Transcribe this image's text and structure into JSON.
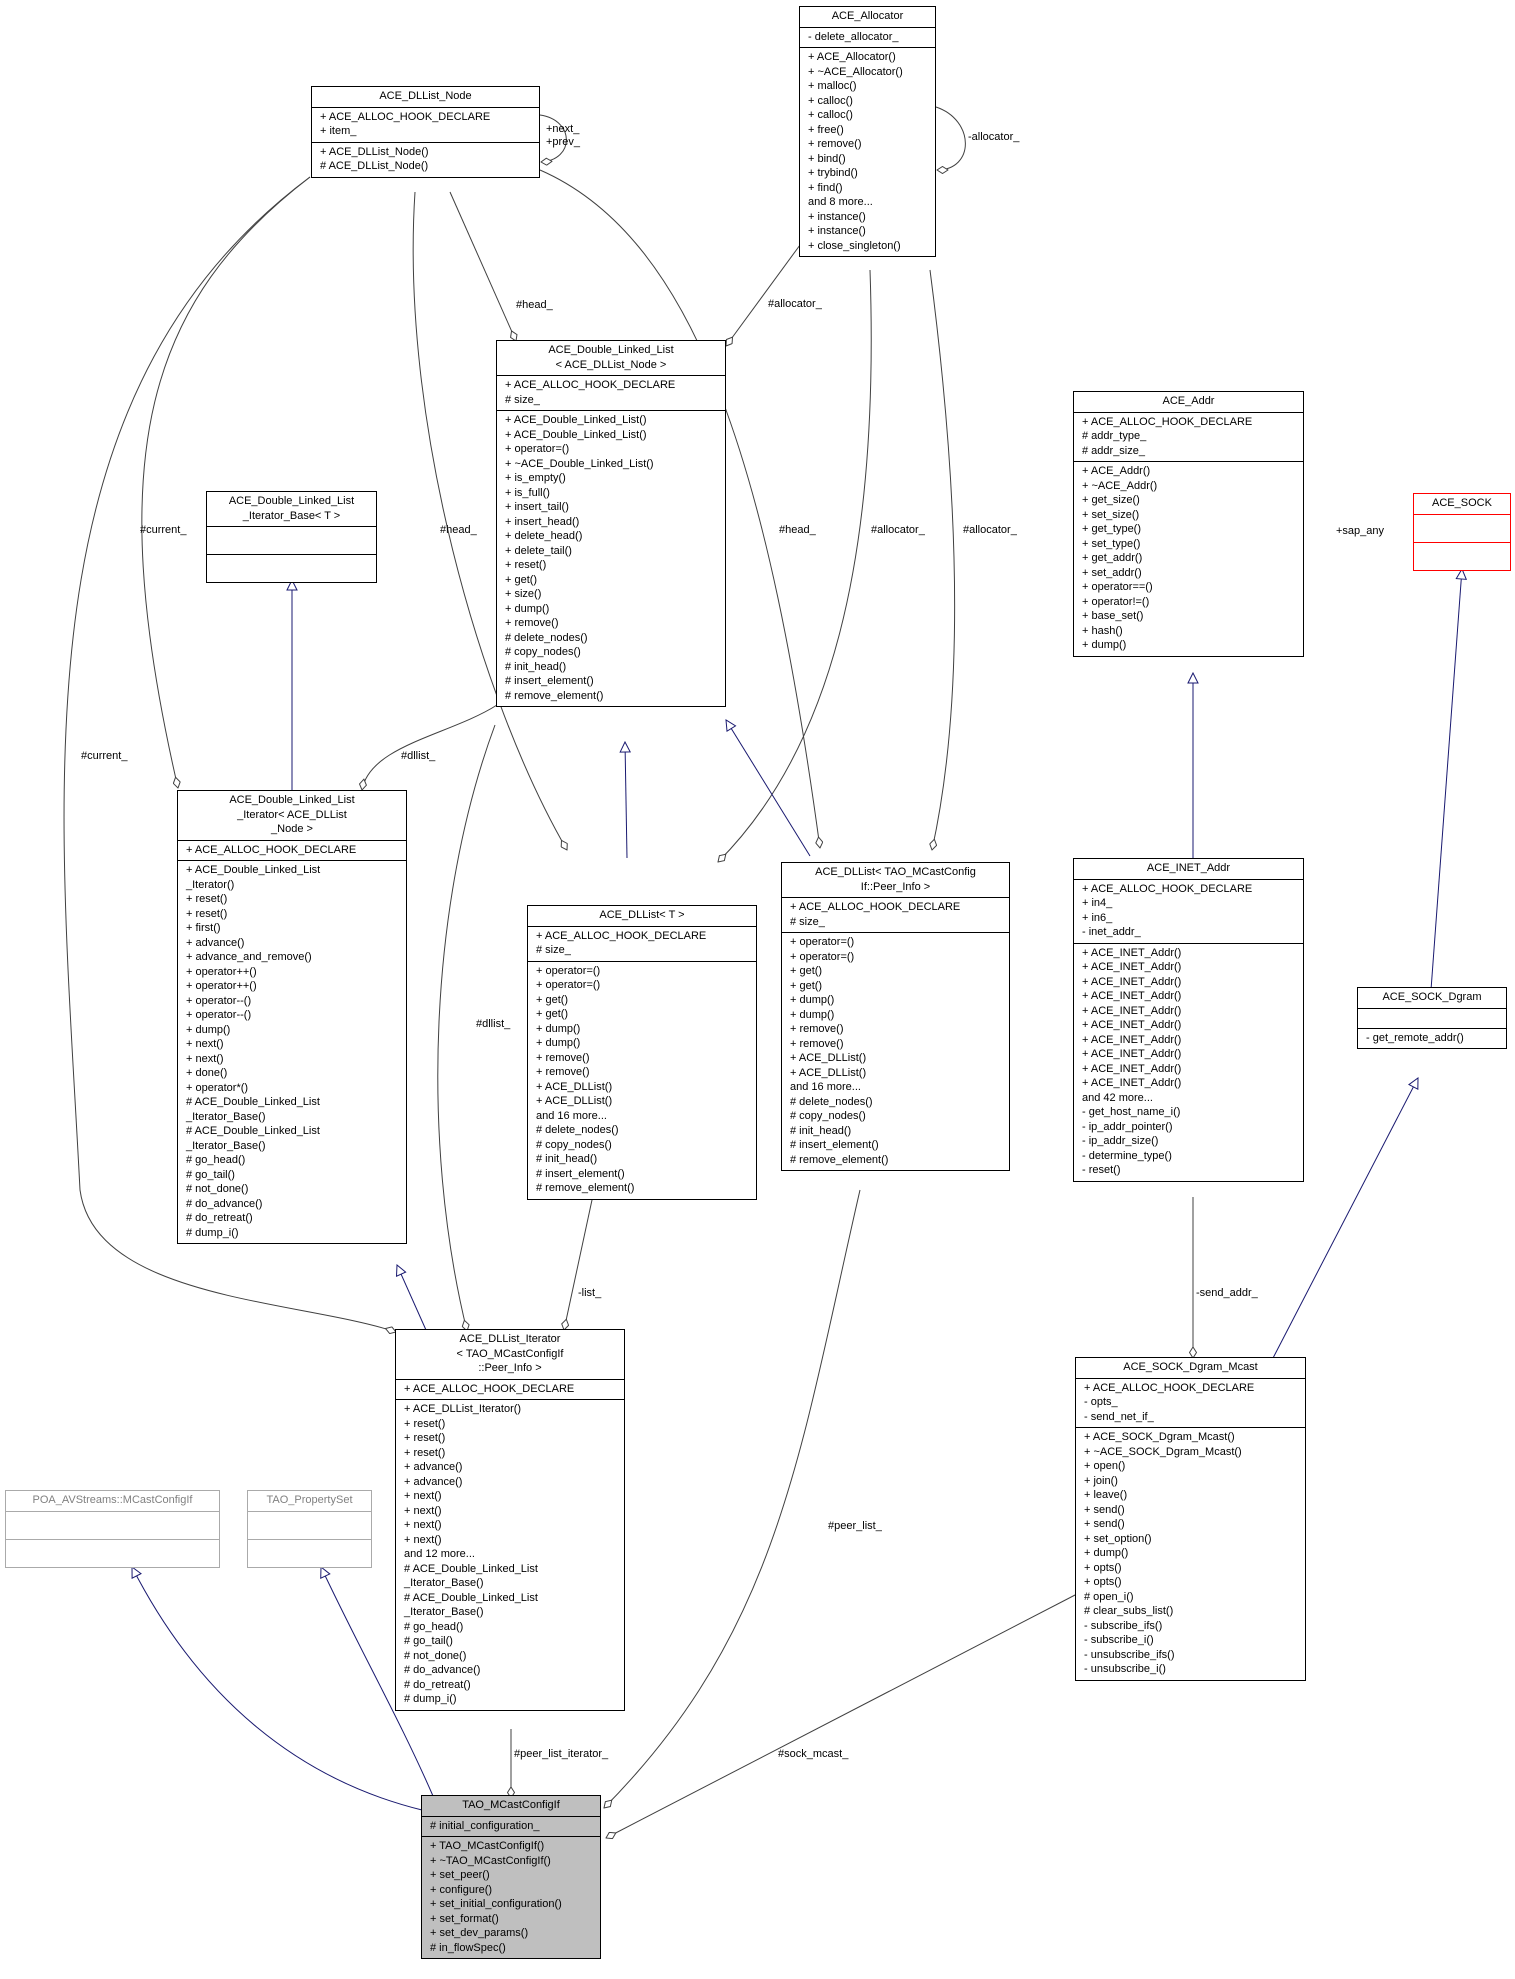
{
  "colors": {
    "edge": "#404040",
    "inherit": "#191970",
    "highlight": "#bfbfbf",
    "muted": "#aaaaaa",
    "warn": "#ff0000"
  },
  "classes": {
    "dlnode": {
      "title": "ACE_DLList_Node",
      "attrs": [
        "+ ACE_ALLOC_HOOK_DECLARE",
        "+ item_"
      ],
      "methods": [
        "+ ACE_DLList_Node()",
        "# ACE_DLList_Node()"
      ]
    },
    "allocator": {
      "title": "ACE_Allocator",
      "attrs": [
        "- delete_allocator_"
      ],
      "methods": [
        "+ ACE_Allocator()",
        "+ ~ACE_Allocator()",
        "+ malloc()",
        "+ calloc()",
        "+ calloc()",
        "+ free()",
        "+ remove()",
        "+ bind()",
        "+ trybind()",
        "+ find()",
        "and 8 more...",
        "+ instance()",
        "+ instance()",
        "+ close_singleton()"
      ]
    },
    "dll": {
      "title": "ACE_Double_Linked_List\n< ACE_DLList_Node >",
      "attrs": [
        "+ ACE_ALLOC_HOOK_DECLARE",
        "# size_"
      ],
      "methods": [
        "+ ACE_Double_Linked_List()",
        "+ ACE_Double_Linked_List()",
        "+ operator=()",
        "+ ~ACE_Double_Linked_List()",
        "+ is_empty()",
        "+ is_full()",
        "+ insert_tail()",
        "+ insert_head()",
        "+ delete_head()",
        "+ delete_tail()",
        "+ reset()",
        "+ get()",
        "+ size()",
        "+ dump()",
        "+ remove()",
        "# delete_nodes()",
        "# copy_nodes()",
        "# init_head()",
        "# insert_element()",
        "# remove_element()"
      ]
    },
    "dlliterbase": {
      "title": "ACE_Double_Linked_List\n_Iterator_Base< T >",
      "attrs": [],
      "methods": []
    },
    "addr": {
      "title": "ACE_Addr",
      "attrs": [
        "+ ACE_ALLOC_HOOK_DECLARE",
        "# addr_type_",
        "# addr_size_"
      ],
      "methods": [
        "+ ACE_Addr()",
        "+ ~ACE_Addr()",
        "+ get_size()",
        "+ set_size()",
        "+ get_type()",
        "+ set_type()",
        "+ get_addr()",
        "+ set_addr()",
        "+ operator==()",
        "+ operator!=()",
        "+ base_set()",
        "+ hash()",
        "+ dump()"
      ]
    },
    "sock": {
      "title": "ACE_SOCK",
      "attrs": [],
      "methods": []
    },
    "dlliter": {
      "title": "ACE_Double_Linked_List\n_Iterator< ACE_DLList\n_Node >",
      "attrs": [
        "+ ACE_ALLOC_HOOK_DECLARE"
      ],
      "methods": [
        "+ ACE_Double_Linked_List\n_Iterator()",
        "+ reset()",
        "+ reset()",
        "+ first()",
        "+ advance()",
        "+ advance_and_remove()",
        "+ operator++()",
        "+ operator++()",
        "+ operator--()",
        "+ operator--()",
        "+ dump()",
        "+ next()",
        "+ next()",
        "+ done()",
        "+ operator*()",
        "# ACE_Double_Linked_List\n_Iterator_Base()",
        "# ACE_Double_Linked_List\n_Iterator_Base()",
        "# go_head()",
        "# go_tail()",
        "# not_done()",
        "# do_advance()",
        "# do_retreat()",
        "# dump_i()"
      ]
    },
    "dllistT": {
      "title": "ACE_DLList< T >",
      "attrs": [
        "+ ACE_ALLOC_HOOK_DECLARE",
        "# size_"
      ],
      "methods": [
        "+ operator=()",
        "+ operator=()",
        "+ get()",
        "+ get()",
        "+ dump()",
        "+ dump()",
        "+ remove()",
        "+ remove()",
        "+ ACE_DLList()",
        "+ ACE_DLList()",
        "and 16 more...",
        "# delete_nodes()",
        "# copy_nodes()",
        "# init_head()",
        "# insert_element()",
        "# remove_element()"
      ]
    },
    "dllistPeer": {
      "title": "ACE_DLList< TAO_MCastConfig\nIf::Peer_Info >",
      "attrs": [
        "+ ACE_ALLOC_HOOK_DECLARE",
        "# size_"
      ],
      "methods": [
        "+ operator=()",
        "+ operator=()",
        "+ get()",
        "+ get()",
        "+ dump()",
        "+ dump()",
        "+ remove()",
        "+ remove()",
        "+ ACE_DLList()",
        "+ ACE_DLList()",
        "and 16 more...",
        "# delete_nodes()",
        "# copy_nodes()",
        "# init_head()",
        "# insert_element()",
        "# remove_element()"
      ]
    },
    "inetaddr": {
      "title": "ACE_INET_Addr",
      "attrs": [
        "+ ACE_ALLOC_HOOK_DECLARE",
        "+ in4_",
        "+ in6_",
        "- inet_addr_"
      ],
      "methods": [
        "+ ACE_INET_Addr()",
        "+ ACE_INET_Addr()",
        "+ ACE_INET_Addr()",
        "+ ACE_INET_Addr()",
        "+ ACE_INET_Addr()",
        "+ ACE_INET_Addr()",
        "+ ACE_INET_Addr()",
        "+ ACE_INET_Addr()",
        "+ ACE_INET_Addr()",
        "+ ACE_INET_Addr()",
        "and 42 more...",
        "- get_host_name_i()",
        "- ip_addr_pointer()",
        "- ip_addr_size()",
        "- determine_type()",
        "- reset()"
      ]
    },
    "sockdgram": {
      "title": "ACE_SOCK_Dgram",
      "attrs": [],
      "methods": [
        "- get_remote_addr()"
      ]
    },
    "dllistiter": {
      "title": "ACE_DLList_Iterator\n< TAO_MCastConfigIf\n::Peer_Info >",
      "attrs": [
        "+ ACE_ALLOC_HOOK_DECLARE"
      ],
      "methods": [
        "+ ACE_DLList_Iterator()",
        "+ reset()",
        "+ reset()",
        "+ reset()",
        "+ advance()",
        "+ advance()",
        "+ next()",
        "+ next()",
        "+ next()",
        "+ next()",
        "and 12 more...",
        "# ACE_Double_Linked_List\n_Iterator_Base()",
        "# ACE_Double_Linked_List\n_Iterator_Base()",
        "# go_head()",
        "# go_tail()",
        "# not_done()",
        "# do_advance()",
        "# do_retreat()",
        "# dump_i()"
      ]
    },
    "poa": {
      "title": "POA_AVStreams::MCastConfigIf",
      "attrs": [],
      "methods": []
    },
    "propset": {
      "title": "TAO_PropertySet",
      "attrs": [],
      "methods": []
    },
    "mcast": {
      "title": "ACE_SOCK_Dgram_Mcast",
      "attrs": [
        "+ ACE_ALLOC_HOOK_DECLARE",
        "- opts_",
        "- send_net_if_"
      ],
      "methods": [
        "+ ACE_SOCK_Dgram_Mcast()",
        "+ ~ACE_SOCK_Dgram_Mcast()",
        "+ open()",
        "+ join()",
        "+ leave()",
        "+ send()",
        "+ send()",
        "+ set_option()",
        "+ dump()",
        "+ opts()",
        "+ opts()",
        "# open_i()",
        "# clear_subs_list()",
        "- subscribe_ifs()",
        "- subscribe_i()",
        "- unsubscribe_ifs()",
        "- unsubscribe_i()"
      ]
    },
    "tao": {
      "title": "TAO_MCastConfigIf",
      "attrs": [
        "# initial_configuration_"
      ],
      "methods": [
        "+ TAO_MCastConfigIf()",
        "+ ~TAO_MCastConfigIf()",
        "+ set_peer()",
        "+ configure()",
        "+ set_initial_configuration()",
        "+ set_format()",
        "+ set_dev_params()",
        "# in_flowSpec()"
      ]
    }
  },
  "labels": {
    "next_prev": "+next_\n+prev_",
    "allocator_self": "-allocator_",
    "head1": "#head_",
    "allocator1": "#allocator_",
    "sap_any": "+sap_any",
    "current1": "#current_",
    "head2": "#head_",
    "head3": "#head_",
    "allocator2": "#allocator_",
    "allocator3": "#allocator_",
    "current2": "#current_",
    "dllist1": "#dllist_",
    "dllist2": "#dllist_",
    "list": "-list_",
    "send_addr": "-send_addr_",
    "peer_list": "#peer_list_",
    "peer_list_iterator": "#peer_list_iterator_",
    "sock_mcast": "#sock_mcast_"
  }
}
